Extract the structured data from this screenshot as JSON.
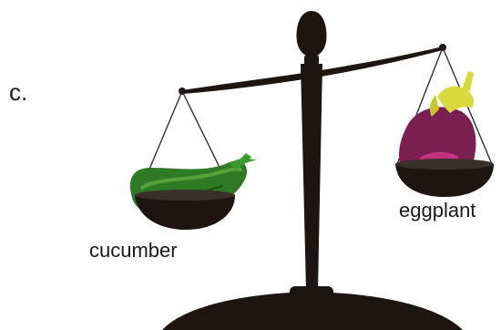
{
  "figure": {
    "question_label": "c.",
    "left_pan": {
      "item": "cucumber",
      "label": "cucumber"
    },
    "right_pan": {
      "item": "eggplant",
      "label": "eggplant"
    },
    "tilt": "left side lower",
    "colors": {
      "scale": "#1c1512",
      "cucumber": "#2f7a24",
      "cucumber_highlight": "#56a33a",
      "eggplant": "#7a1f52",
      "eggplant_highlight": "#c4317f",
      "eggplant_cap": "#d8d83a"
    }
  }
}
